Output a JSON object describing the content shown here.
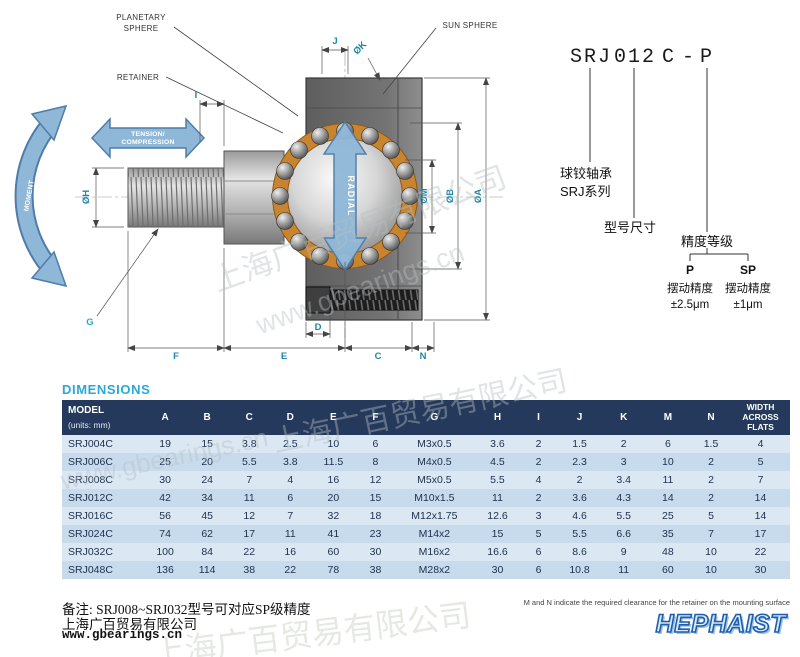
{
  "colors": {
    "accent_cyan": "#2BA8D8",
    "table_header_bg": "#24395B",
    "retainer_orange": "#C8842E",
    "arrow_blue": "#8FB8D8",
    "logo_blue": "#1D5FAE"
  },
  "diagram": {
    "callouts": {
      "planetary_sphere_line1": "PLANETARY",
      "planetary_sphere_line2": "SPHERE",
      "retainer": "RETAINER",
      "sun_sphere": "SUN SPHERE"
    },
    "arrows": {
      "tension_line1": "TENSION/",
      "tension_line2": "COMPRESSION",
      "moment": "MOMENT",
      "radial": "RADIAL"
    },
    "dims": {
      "j": "J",
      "k": "ØK",
      "i": "I",
      "h": "ØH",
      "m": "ØM",
      "b": "ØB",
      "a": "ØA",
      "d": "D",
      "c": "C",
      "n": "N",
      "e": "E",
      "f": "F",
      "g": "G"
    }
  },
  "part_code": {
    "series": "SRJ",
    "size": "012",
    "type": "C",
    "dash": "-",
    "grade": "P",
    "series_label_line1": "球铰轴承",
    "series_label_line2": "SRJ系列",
    "size_label": "型号尺寸",
    "grade_label": "精度等级",
    "grade_p": "P",
    "grade_sp": "SP",
    "grade_p_desc_line1": "摆动精度",
    "grade_p_desc_line2": "±2.5μm",
    "grade_sp_desc_line1": "摆动精度",
    "grade_sp_desc_line2": "±1μm"
  },
  "table": {
    "heading": "DIMENSIONS",
    "model_header": "MODEL",
    "units_note": "(units: mm)",
    "columns": [
      "A",
      "B",
      "C",
      "D",
      "E",
      "F",
      "G",
      "H",
      "I",
      "J",
      "K",
      "M",
      "N"
    ],
    "last_column": "WIDTH ACROSS FLATS",
    "rows": [
      [
        "SRJ004C",
        "19",
        "15",
        "3.8",
        "2.5",
        "10",
        "6",
        "M3x0.5",
        "3.6",
        "2",
        "1.5",
        "2",
        "6",
        "1.5",
        "4"
      ],
      [
        "SRJ006C",
        "25",
        "20",
        "5.5",
        "3.8",
        "11.5",
        "8",
        "M4x0.5",
        "4.5",
        "2",
        "2.3",
        "3",
        "10",
        "2",
        "5"
      ],
      [
        "SRJ008C",
        "30",
        "24",
        "7",
        "4",
        "16",
        "12",
        "M5x0.5",
        "5.5",
        "4",
        "2",
        "3.4",
        "11",
        "2",
        "7"
      ],
      [
        "SRJ012C",
        "42",
        "34",
        "11",
        "6",
        "20",
        "15",
        "M10x1.5",
        "11",
        "2",
        "3.6",
        "4.3",
        "14",
        "2",
        "14"
      ],
      [
        "SRJ016C",
        "56",
        "45",
        "12",
        "7",
        "32",
        "18",
        "M12x1.75",
        "12.6",
        "3",
        "4.6",
        "5.5",
        "25",
        "5",
        "14"
      ],
      [
        "SRJ024C",
        "74",
        "62",
        "17",
        "11",
        "41",
        "23",
        "M14x2",
        "15",
        "5",
        "5.5",
        "6.6",
        "35",
        "7",
        "17"
      ],
      [
        "SRJ032C",
        "100",
        "84",
        "22",
        "16",
        "60",
        "30",
        "M16x2",
        "16.6",
        "6",
        "8.6",
        "9",
        "48",
        "10",
        "22"
      ],
      [
        "SRJ048C",
        "136",
        "114",
        "38",
        "22",
        "78",
        "38",
        "M28x2",
        "30",
        "6",
        "10.8",
        "11",
        "60",
        "10",
        "30"
      ]
    ]
  },
  "footer": {
    "note_cn": "备注: SRJ008~SRJ032型号可对应SP级精度",
    "company_cn": "上海广百贸易有限公司",
    "website": "www.gbearings.cn",
    "note_en": "M and N indicate the required clearance for the retainer on the mounting surface",
    "logo": "HEPHAIST"
  },
  "watermarks": {
    "company": "上海广百贸易有限公司",
    "site": "www.gbearings.cn"
  }
}
